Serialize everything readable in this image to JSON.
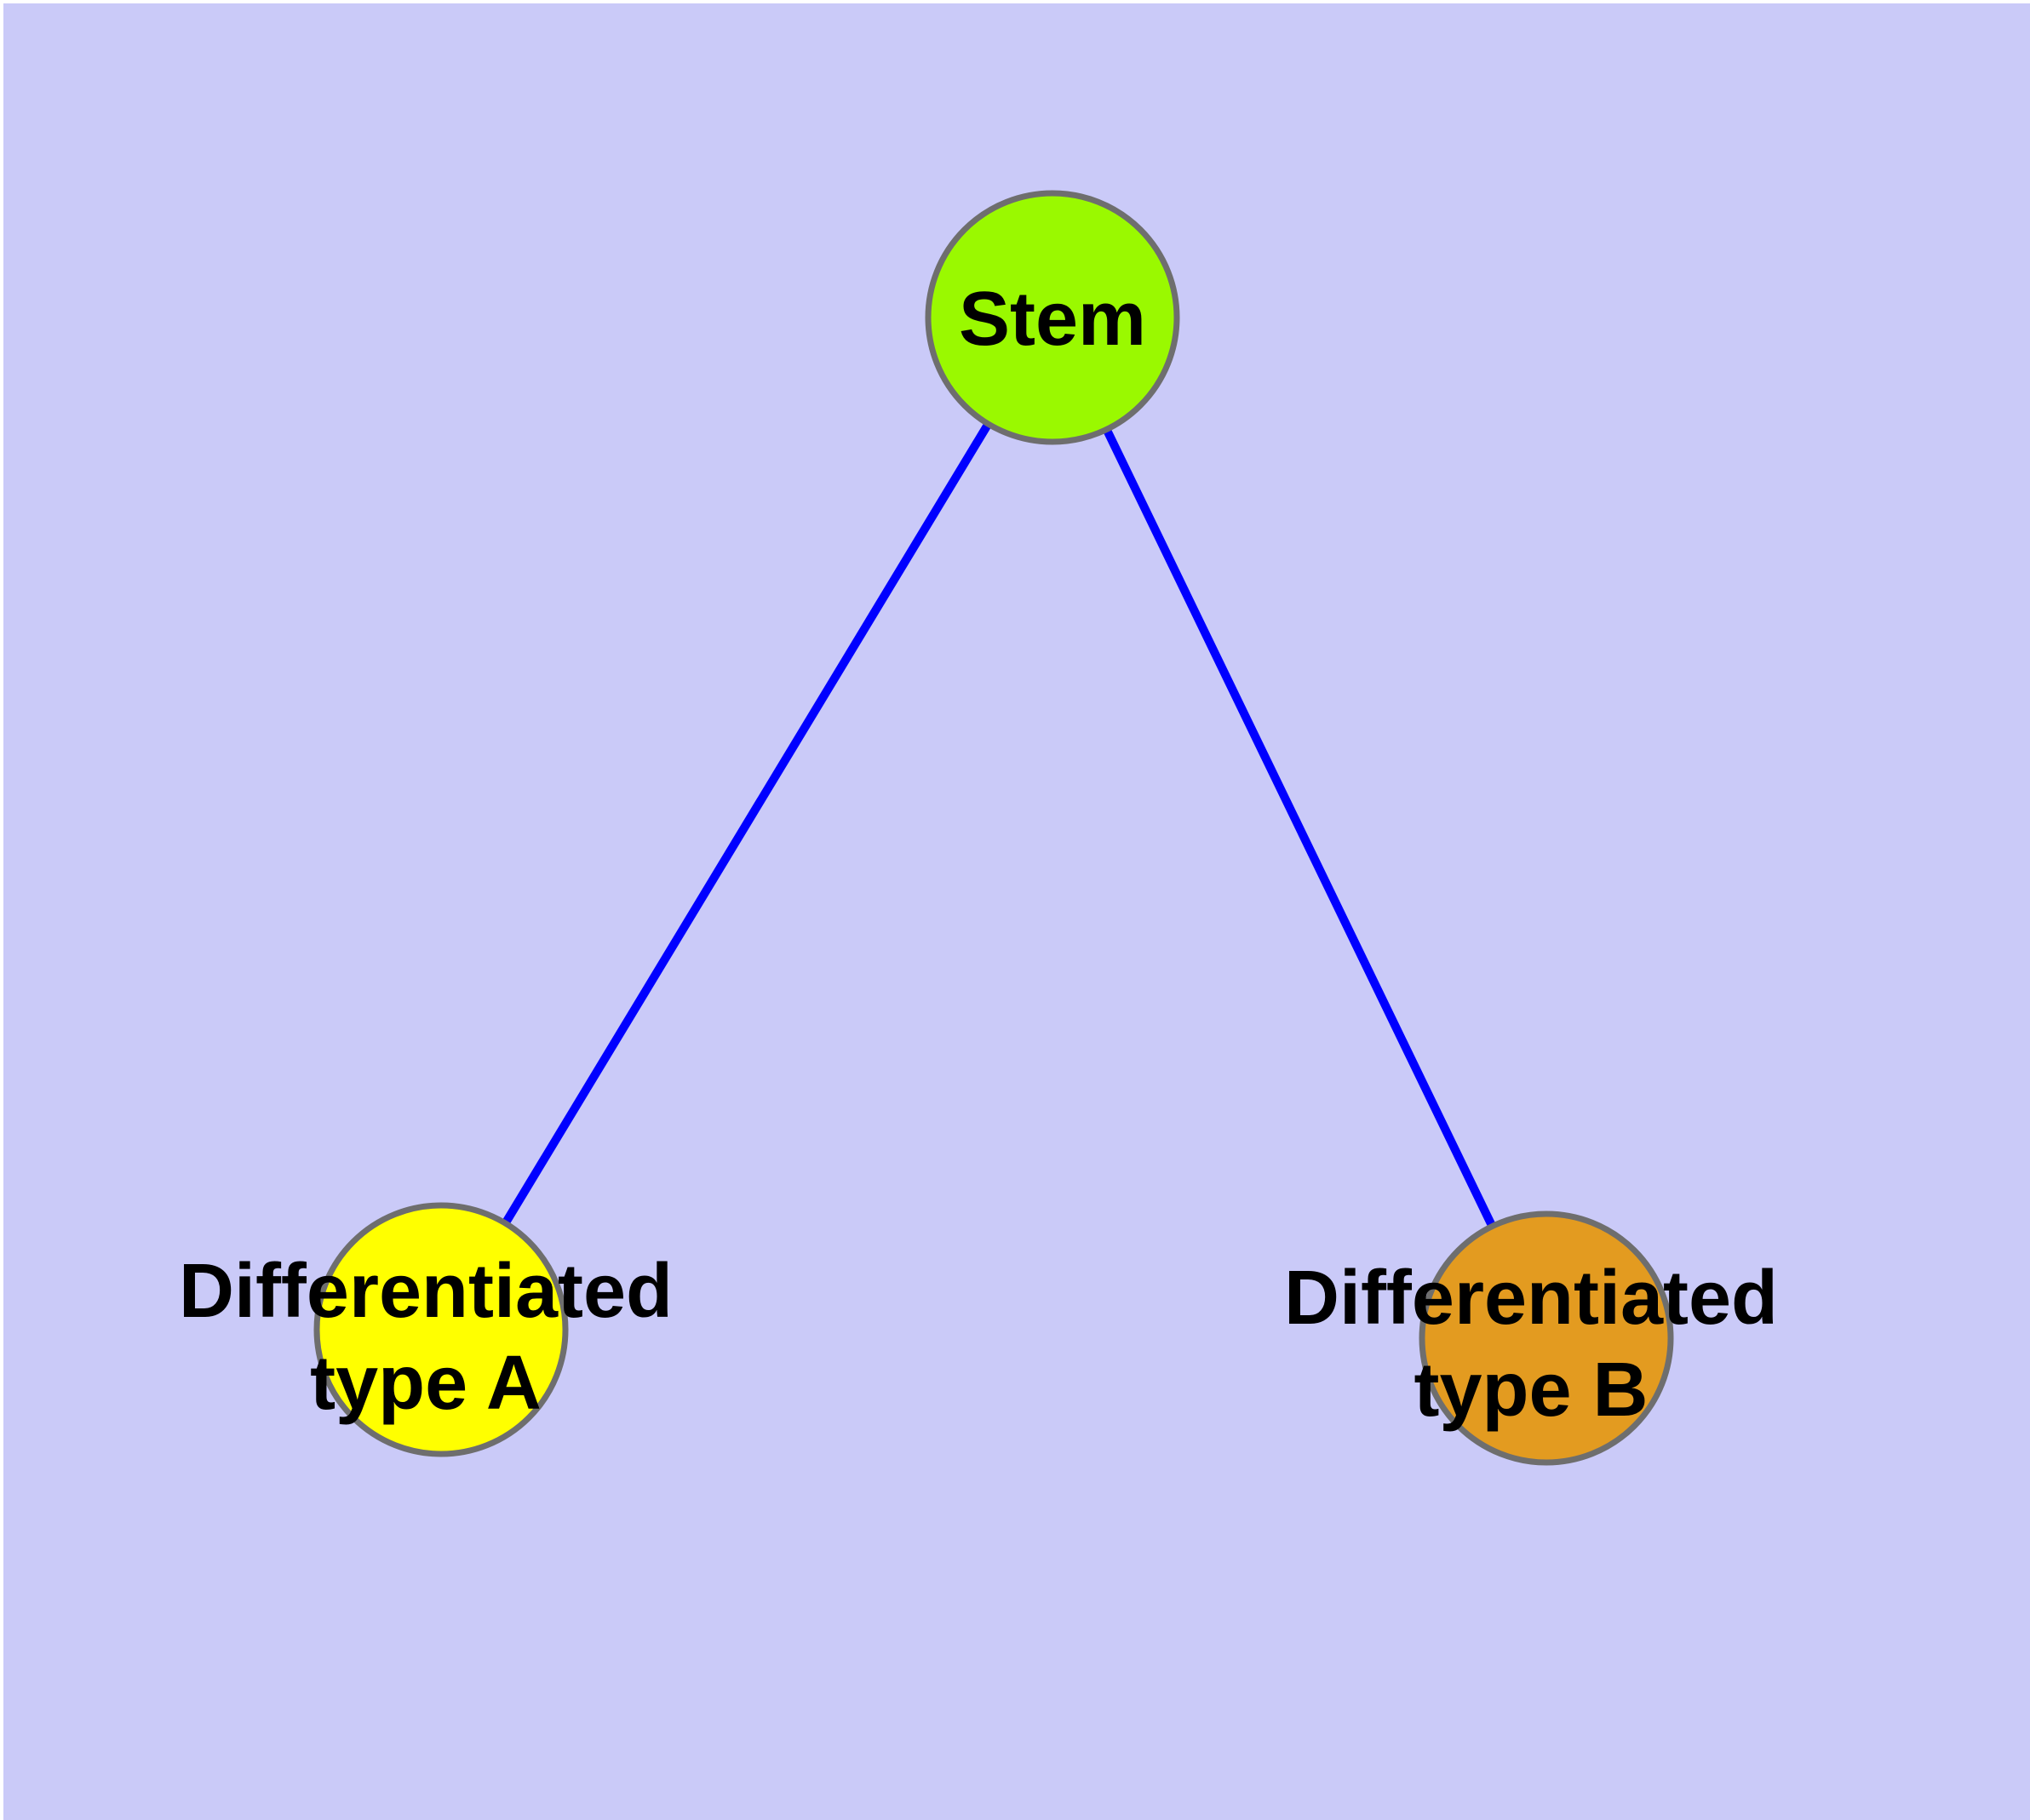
{
  "canvas": {
    "margin_color": "#FFFFFF",
    "background": "#CACAF8"
  },
  "text_color": "#000000",
  "nodes": [
    {
      "id": "stem",
      "label": "Stem",
      "fill": "#9AF900",
      "stroke": "#6E6E6E"
    },
    {
      "id": "differentiated-type-a",
      "label": "Differentiated type A",
      "line1": "Differentiated",
      "line2": "type A",
      "fill": "#FFFF00",
      "stroke": "#6E6E6E"
    },
    {
      "id": "differentiated-type-b",
      "label": "Differentiated type B",
      "line1": "Differentiated",
      "line2": "type B",
      "fill": "#E39B20",
      "stroke": "#6E6E6E"
    }
  ],
  "edges": [
    {
      "from": "stem",
      "to": "differentiated-type-a",
      "color": "#0000FF"
    },
    {
      "from": "stem",
      "to": "differentiated-type-b",
      "color": "#0000FF"
    }
  ]
}
